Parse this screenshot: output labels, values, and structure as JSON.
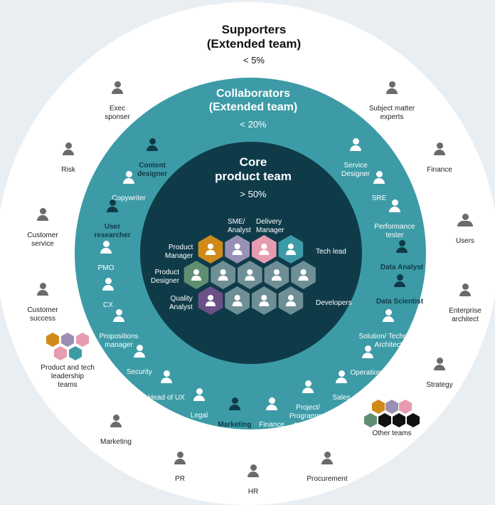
{
  "supporters": {
    "title": "Supporters\n(Extended team)",
    "pct": "< 5%"
  },
  "collaborators": {
    "title": "Collaborators\n(Extended team)",
    "pct": "< 20%"
  },
  "core": {
    "title": "Core\nproduct team",
    "pct": "> 50%",
    "labels": {
      "sme": "SME/\nAnalyst",
      "delivery": "Delivery\nManager",
      "pm": "Product\nManager",
      "techlead": "Tech lead",
      "designer": "Product\nDesigner",
      "qa": "Quality\nAnalyst",
      "developers": "Developers"
    }
  },
  "outer_people": {
    "exec": "Exec\nsponser",
    "sme_experts": "Subject matter\nexperts",
    "risk": "Risk",
    "finance": "Finance",
    "users": "Users",
    "customer_service": "Customer\nservice",
    "enterprise": "Enterprise\narchitect",
    "customer_success": "Customer\nsuccess",
    "strategy": "Strategy",
    "marketing": "Marketing",
    "pr": "PR",
    "hr": "HR",
    "procurement": "Procurement",
    "leadership": "Product and tech\nleadership\nteams",
    "other_teams": "Other teams"
  },
  "mid_people": {
    "content": "Content\ndesigner",
    "copywriter": "Copywriter",
    "researcher": "User\nresearcher",
    "pmo": "PMO",
    "cx": "CX",
    "propositions": "Propositions\nmanager",
    "security": "Security",
    "head_ux": "Head of UX",
    "legal": "Legal",
    "marketing": "Marketing",
    "finance": "Finance",
    "project": "Project/\nProgramme\nmanager",
    "sales": "Sales",
    "operations": "Operations",
    "solution": "Solution/ Technical\nArchitect",
    "data_scientist": "Data Scientist",
    "data_analyst": "Data Analyst",
    "perf": "Performance\ntester",
    "sre": "SRE",
    "service_designer": "Service\nDesigner"
  },
  "colors": {
    "background": "#e9eef3",
    "outer_ring": "#ffffff",
    "middle_ring": "#3c9ba6",
    "core": "#0f3b49",
    "pm_hex": "#d08a1a",
    "sme_hex": "#9a8fb5",
    "delivery_hex": "#e79bb0",
    "techlead_hex": "#3c9ba6",
    "designer_hex": "#5f8e72",
    "qa_hex": "#6b5088",
    "dev_hex": "#6e8f95"
  }
}
